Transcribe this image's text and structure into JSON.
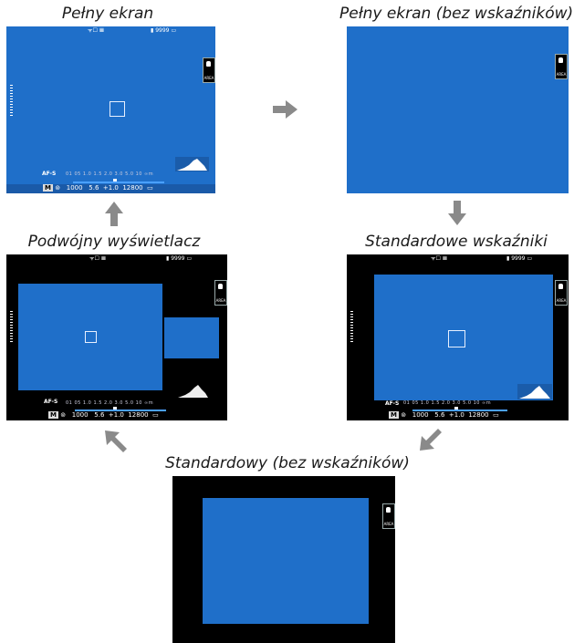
{
  "titles": {
    "full_screen": "Pełny ekran",
    "full_screen_no_info": "Pełny ekran (bez wskaźników)",
    "dual_display": "Podwójny wyświetlacz",
    "standard_info": "Standardowe wskaźniki",
    "standard_no_info": "Standardowy (bez wskaźników)"
  },
  "indicators": {
    "top_left": "ᯤ☐ 𝌆",
    "top_right": "9999",
    "area": "AREA",
    "af_mode": "AF-S",
    "distance_scale": "01 05   1.0   1.5   2.0   3.0   5.0  10 ∞m",
    "mode_badge": "M",
    "shutter": "1000",
    "aperture": "5.6",
    "exposure_comp": "+1.0",
    "iso": "12800"
  },
  "colors": {
    "image_blue": "#1f6fc9",
    "arrow_gray": "#8a8a8a"
  }
}
